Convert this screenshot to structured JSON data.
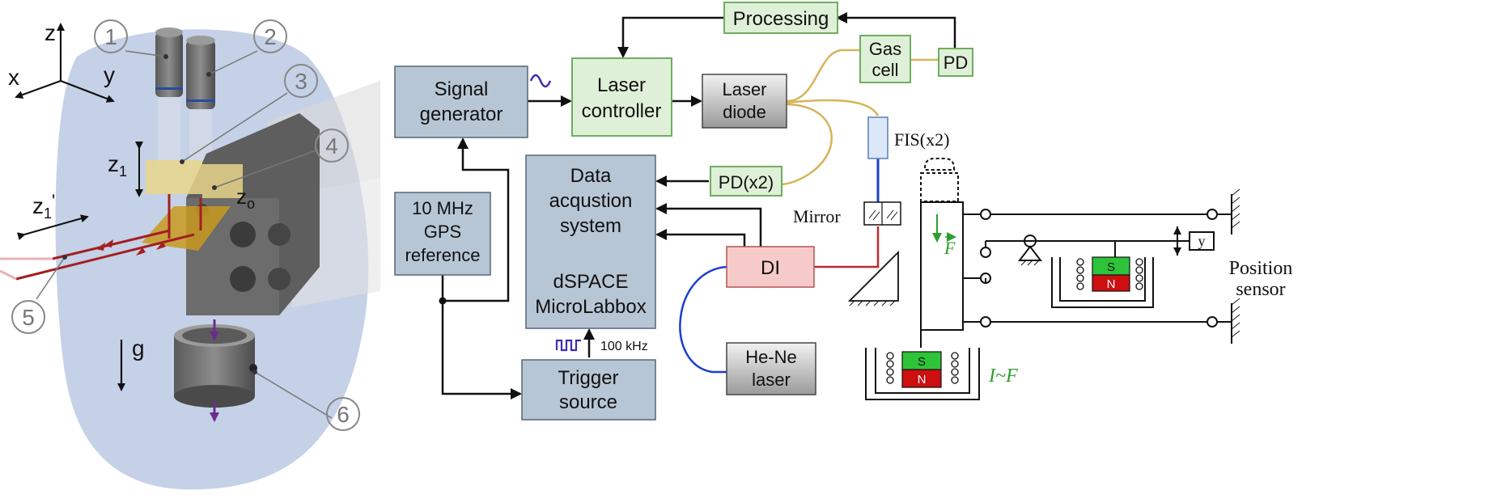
{
  "left_panel": {
    "axes": {
      "z": "z",
      "x": "x",
      "y": "y",
      "g": "g"
    },
    "labels": {
      "z1": "z",
      "z1_sub": "1",
      "z1p": "z",
      "z1p_sub": "1",
      "z1p_prime": "'",
      "z0": "z",
      "z0_sub": "o"
    },
    "callouts": [
      "1",
      "2",
      "3",
      "4",
      "5",
      "6"
    ]
  },
  "blocks": {
    "processing": "Processing",
    "gas_cell_1": "Gas",
    "gas_cell_2": "cell",
    "pd_top": "PD",
    "signal_gen_1": "Signal",
    "signal_gen_2": "generator",
    "laser_ctrl_1": "Laser",
    "laser_ctrl_2": "controller",
    "laser_diode_1": "Laser",
    "laser_diode_2": "diode",
    "fis": "FIS(x2)",
    "gps_1": "10 MHz",
    "gps_2": "GPS",
    "gps_3": "reference",
    "daq_1": "Data",
    "daq_2": "acqustion",
    "daq_3": "system",
    "daq_4": "dSPACE",
    "daq_5": "MicroLabbox",
    "pd_x2": "PD(x2)",
    "mirror": "Mirror",
    "di": "DI",
    "hene_1": "He-Ne",
    "hene_2": "laser",
    "trigger_1": "Trigger",
    "trigger_2": "source",
    "freq": "100 kHz"
  },
  "mechanics": {
    "force": "F",
    "s_top": "S",
    "n_top": "N",
    "s_bottom": "S",
    "n_bottom": "N",
    "current_force": "I~F",
    "y": "y",
    "position_1": "Position",
    "position_2": "sensor"
  },
  "colors": {
    "gray_block": "#b7c6d5",
    "green_block": "#dff0d8",
    "green_border": "#6fae5f",
    "pink_block": "#f7caca",
    "fiber": "#d6b45a",
    "blue_fiber": "#1a3fd0",
    "red_beam": "#c0282d",
    "magnet_green": "#2ec43a",
    "magnet_red": "#cc0f0f",
    "label_green": "#2e9e2e"
  }
}
